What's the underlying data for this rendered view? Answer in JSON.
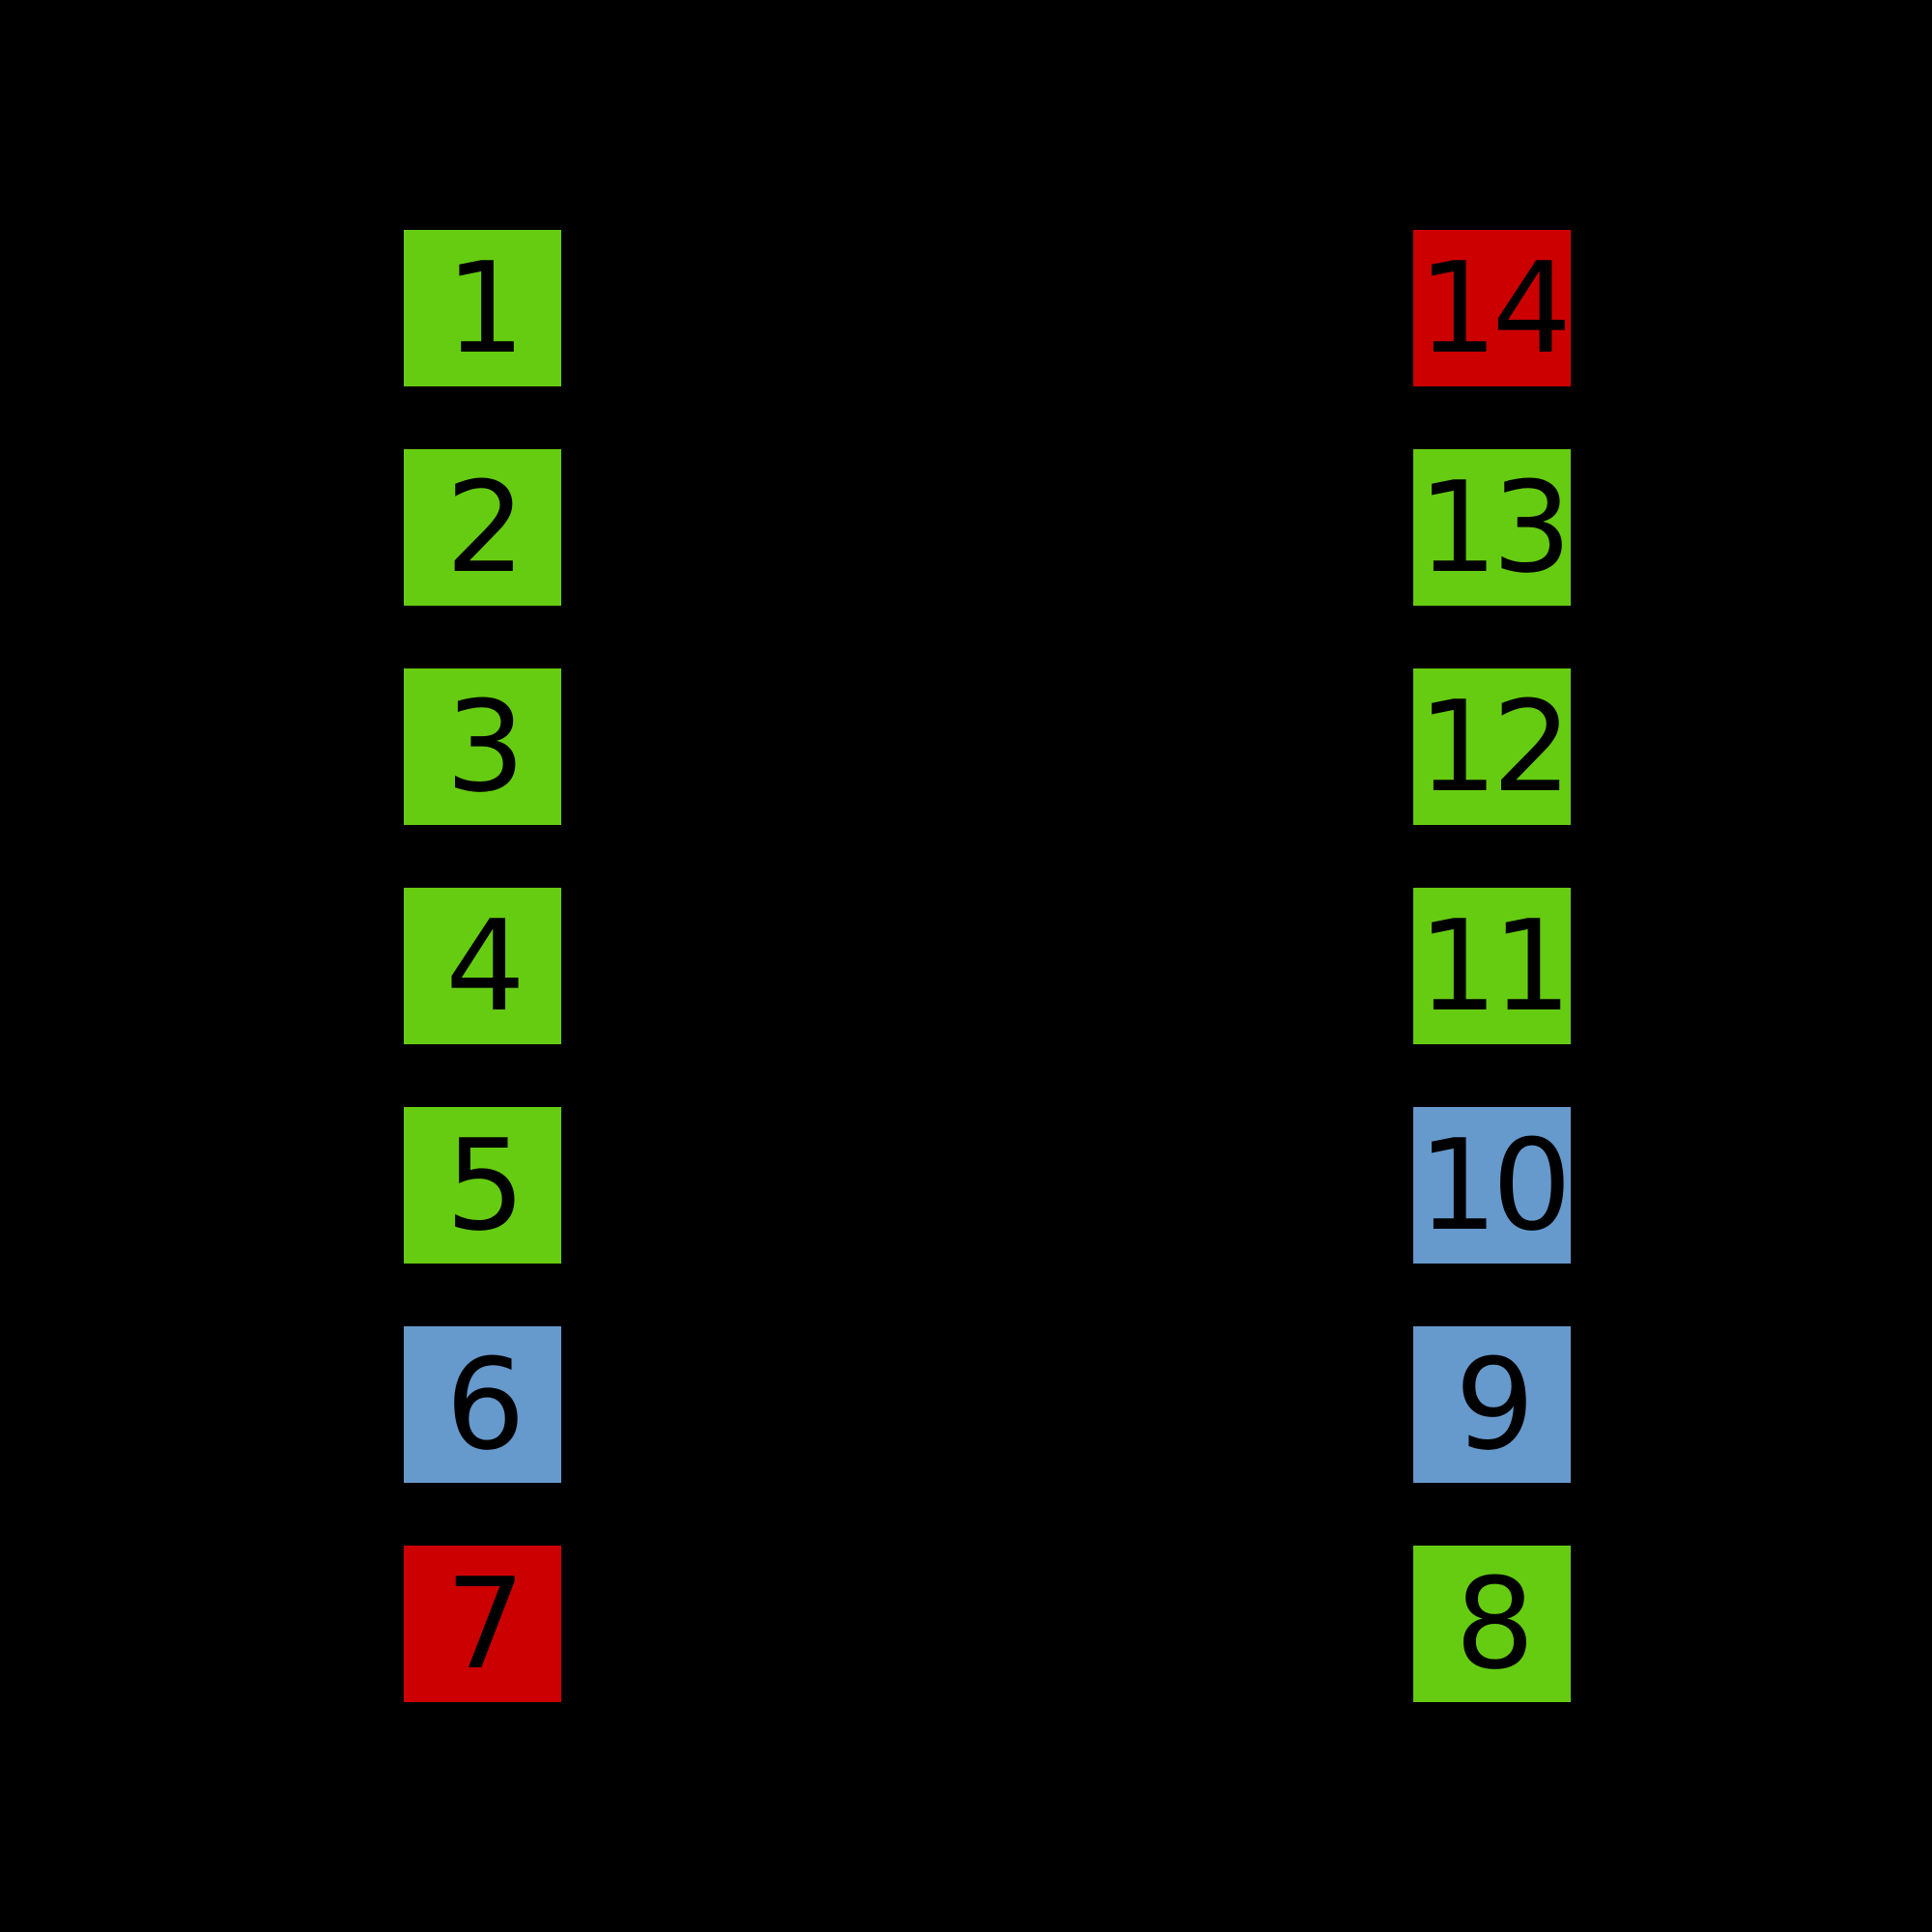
{
  "diagram": {
    "kind": "ic-pinout",
    "background": "#000000"
  },
  "palette": {
    "green": "#66CC11",
    "blue": "#6699CC",
    "red": "#CC0000",
    "digit": "#000000",
    "background": "#000000"
  },
  "columns": {
    "left": {
      "pins": [
        {
          "number": "1",
          "color": "green"
        },
        {
          "number": "2",
          "color": "green"
        },
        {
          "number": "3",
          "color": "green"
        },
        {
          "number": "4",
          "color": "green"
        },
        {
          "number": "5",
          "color": "green"
        },
        {
          "number": "6",
          "color": "blue"
        },
        {
          "number": "7",
          "color": "red"
        }
      ]
    },
    "right": {
      "pins": [
        {
          "number": "14",
          "color": "red"
        },
        {
          "number": "13",
          "color": "green"
        },
        {
          "number": "12",
          "color": "green"
        },
        {
          "number": "11",
          "color": "green"
        },
        {
          "number": "10",
          "color": "blue"
        },
        {
          "number": "9",
          "color": "blue"
        },
        {
          "number": "8",
          "color": "green"
        }
      ]
    }
  }
}
